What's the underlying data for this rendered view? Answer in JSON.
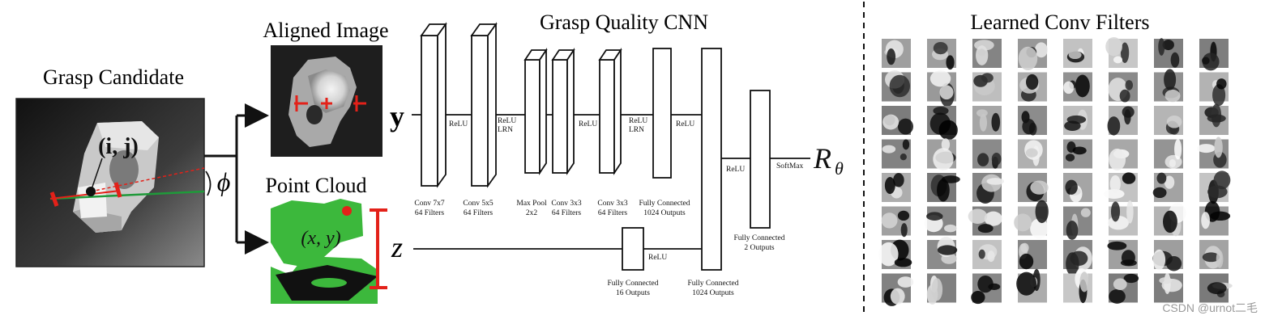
{
  "panels": {
    "grasp_candidate": {
      "title": "Grasp Candidate",
      "center_label": "(i, j)",
      "angle_label": "ϕ"
    },
    "aligned_image": {
      "title": "Aligned Image"
    },
    "point_cloud": {
      "title": "Point Cloud",
      "point_label": "(x, y)"
    },
    "network": {
      "title": "Grasp Quality CNN",
      "inputs": {
        "image": "y",
        "depth": "z"
      },
      "output": "R",
      "output_sub": "θ",
      "relu_label": "ReLU",
      "lrn_label": "LRN",
      "softmax_label": "SoftMax",
      "layers": [
        {
          "line1": "Conv 7x7",
          "line2": "64 Filters"
        },
        {
          "line1": "Conv 5x5",
          "line2": "64 Filters"
        },
        {
          "line1": "Max Pool",
          "line2": "2x2"
        },
        {
          "line1": "Conv 3x3",
          "line2": "64 Filters"
        },
        {
          "line1": "Conv 3x3",
          "line2": "64 Filters"
        },
        {
          "line1": "Fully Connected",
          "line2": "1024 Outputs"
        },
        {
          "line1": "Fully Connected",
          "line2": "16 Outputs"
        },
        {
          "line1": "Fully Connected",
          "line2": "1024 Outputs"
        },
        {
          "line1": "Fully Connected",
          "line2": "2 Outputs"
        }
      ]
    },
    "filters": {
      "title": "Learned Conv Filters",
      "rows": 8,
      "cols": 8
    }
  },
  "watermark": "CSDN @urnot二毛",
  "colors": {
    "arrow_red": "#e32119",
    "cloud_green": "#3cb83c",
    "grasp_line_green": "#1f9a3a",
    "black": "#111111"
  }
}
